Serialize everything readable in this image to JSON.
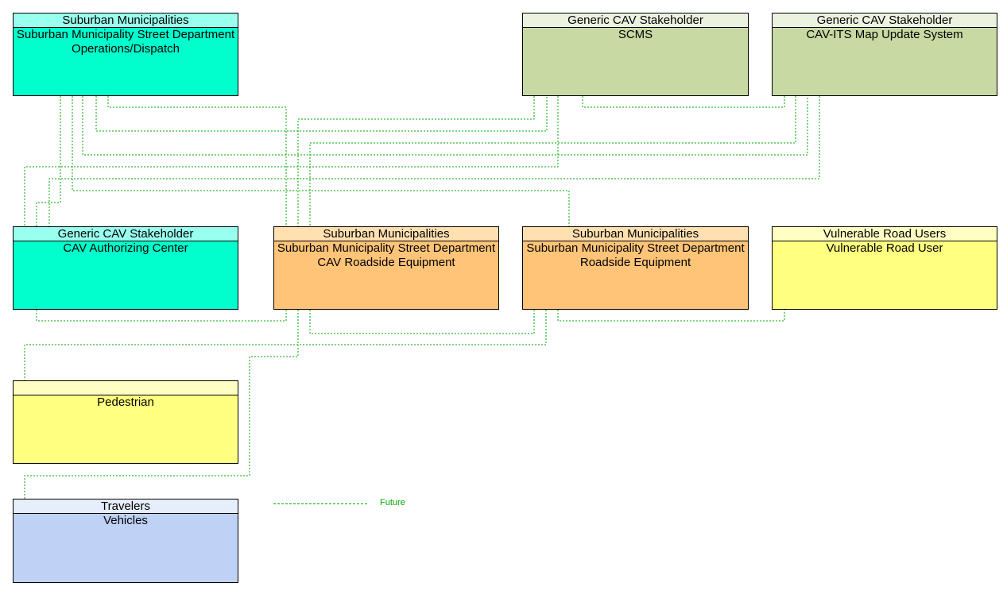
{
  "colors": {
    "teal": "#00ffcc",
    "teal_header": "#99ffee",
    "green": "#c8d9a4",
    "green_header": "#ecf2e0",
    "orange": "#ffc477",
    "orange_header": "#ffe0b0",
    "yellow": "#ffff80",
    "yellow_header": "#ffffc4",
    "blue": "#bfd1f4",
    "blue_header": "#e6edfb",
    "flow_line": "#00aa00"
  },
  "nodes": [
    {
      "id": "ops",
      "stakeholder": "Suburban Municipalities",
      "name": "Suburban Municipality Street Department Operations/Dispatch",
      "color": "teal"
    },
    {
      "id": "scms",
      "stakeholder": "Generic CAV Stakeholder",
      "name": "SCMS",
      "color": "green"
    },
    {
      "id": "map",
      "stakeholder": "Generic CAV Stakeholder",
      "name": "CAV-ITS Map Update System",
      "color": "green"
    },
    {
      "id": "auth",
      "stakeholder": "Generic CAV Stakeholder",
      "name": "CAV Authorizing Center",
      "color": "teal"
    },
    {
      "id": "cavrse",
      "stakeholder": "Suburban Municipalities",
      "name": "Suburban Municipality Street Department CAV Roadside Equipment",
      "color": "orange"
    },
    {
      "id": "rse",
      "stakeholder": "Suburban Municipalities",
      "name": "Suburban Municipality Street Department Roadside Equipment",
      "color": "orange"
    },
    {
      "id": "vru",
      "stakeholder": "Vulnerable Road Users",
      "name": "Vulnerable Road User",
      "color": "yellow"
    },
    {
      "id": "ped",
      "stakeholder": "",
      "name": "Pedestrian",
      "color": "yellow"
    },
    {
      "id": "veh",
      "stakeholder": "Travelers",
      "name": "Vehicles",
      "color": "blue"
    }
  ],
  "legend": {
    "label": "Future",
    "style": "dashed"
  }
}
